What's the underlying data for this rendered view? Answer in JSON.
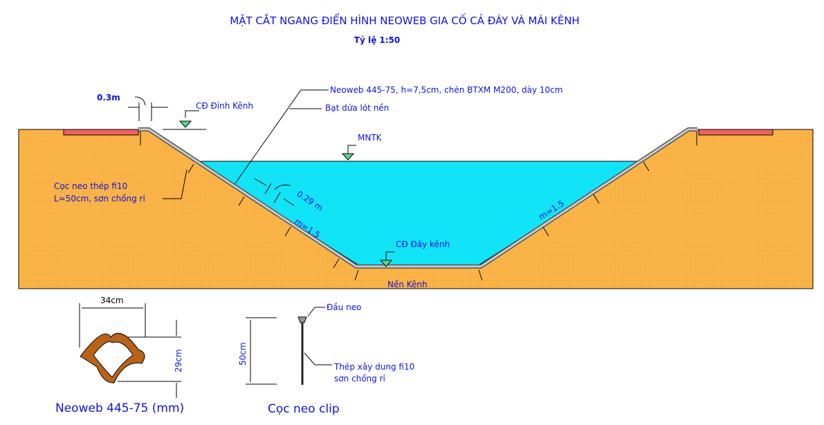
{
  "title": "MẶT CẮT NGANG ĐIỂN HÌNH NEOWEB GIA CỐ CẢ ĐÁY VÀ MÁI KÊNH",
  "scale": "Tỷ lệ 1:50",
  "labels": {
    "berm_width": "0.3m",
    "top_level": "CĐ Đỉnh Kênh",
    "neoweb": "Neoweb 445-75, h=7,5cm, chèn BTXM M200, dày 10cm",
    "liner": "Bạt dứa lót nền",
    "water_level": "MNTK",
    "anchor_line1": "Cọc neo thép fi10",
    "anchor_line2": "L=50cm, sơn chống rỉ",
    "thickness": "0.29 m",
    "slope_left": "m=1.5",
    "slope_right": "m=1.5",
    "bottom_level": "CĐ Đáy kênh",
    "foundation": "Nền Kênh"
  },
  "cell_detail": {
    "width": "34cm",
    "height": "29cm",
    "caption": "Neoweb 445-75 (mm)"
  },
  "clip_detail": {
    "length": "50cm",
    "head": "Đầu neo",
    "rod_line1": "Thép xây dung fi10",
    "rod_line2": "sơn chống rỉ",
    "caption": "Cọc neo clip"
  },
  "colors": {
    "soil": "#fbb447",
    "water": "#12e4f8",
    "pad": "#f26060",
    "text": "#1010e0",
    "marker": "#5fd38a"
  }
}
